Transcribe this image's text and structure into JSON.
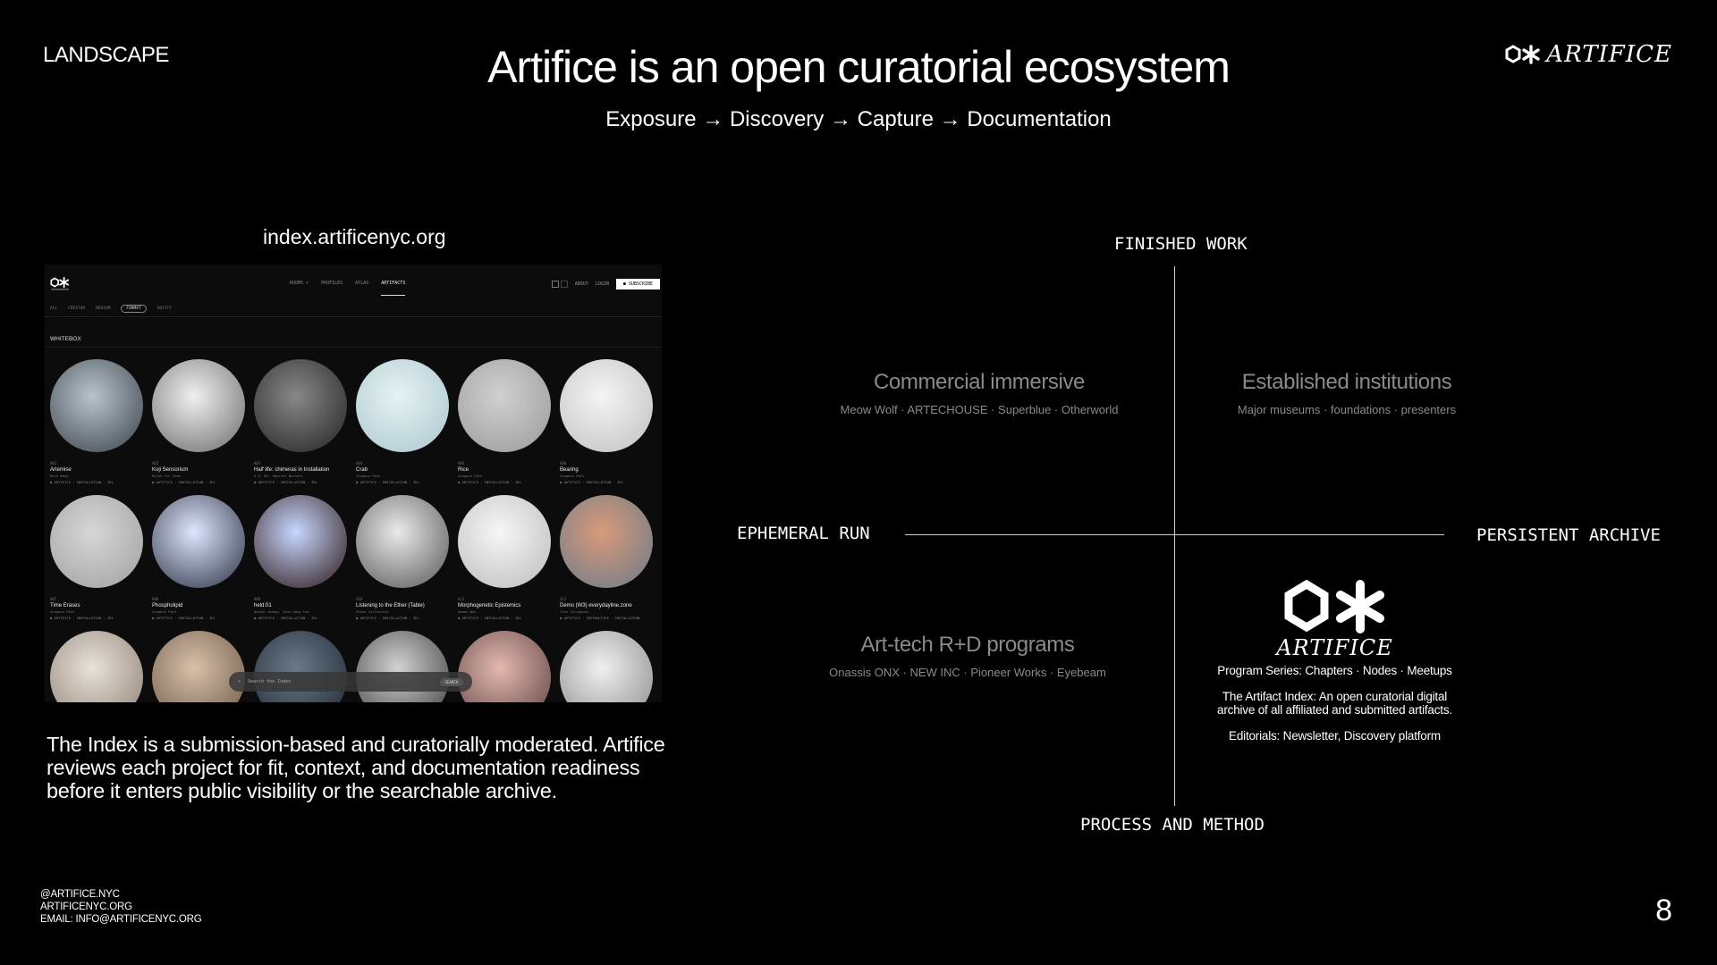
{
  "header": {
    "section": "LANDSCAPE",
    "title": "Artifice is an open curatorial ecosystem",
    "subtitle": "Exposure → Discovery → Capture → Documentation",
    "brand": "ARTIFICE"
  },
  "left": {
    "url": "index.artificenyc.org",
    "screenshot": {
      "nav_links": [
        "ROOMS ▾",
        "PROFILES",
        "ATLAS",
        "ARTIFACTS"
      ],
      "nav_right": [
        "ABOUT",
        "LOGIN",
        "● SUBSCRIBE"
      ],
      "filters": [
        "ALL",
        "CREATOR",
        "MEDIUM",
        "FORMAT",
        "ENTITY"
      ],
      "group": "WHITEBOX",
      "cards": [
        {
          "num": "A01",
          "title": "Artemise",
          "by": "Mira Wang",
          "tags": "◉ ARTIFICE · INSTALLATION · IRL",
          "c1": "#b8c4cc",
          "c2": "#3a4148"
        },
        {
          "num": "A02",
          "title": "Koji Sensorium",
          "by": "Helen Yin Zhao",
          "tags": "◉ ARTIFICE · INSTALLATION · IRL",
          "c1": "#f0f0f0",
          "c2": "#6a6a6a"
        },
        {
          "num": "A03",
          "title": "Half life: chimeras in Installation",
          "by": "A.G. Wu, Gabriel Burnett",
          "tags": "◉ ARTIFICE · INSTALLATION · IRL",
          "c1": "#888",
          "c2": "#222"
        },
        {
          "num": "A04",
          "title": "Crab",
          "by": "Jungeun Park",
          "tags": "◉ ARTIFICE · INSTALLATION · IRL",
          "c1": "#e6f2f4",
          "c2": "#aac6cc"
        },
        {
          "num": "A05",
          "title": "Rice",
          "by": "Jungeun Park",
          "tags": "◉ ARTIFICE · INSTALLATION · IRL",
          "c1": "#d0d0d0",
          "c2": "#9a9a9a"
        },
        {
          "num": "A06",
          "title": "Bearing",
          "by": "Jungeun Park",
          "tags": "◉ ARTIFICE · INSTALLATION · IRL",
          "c1": "#f4f4f4",
          "c2": "#c0c0c0"
        },
        {
          "num": "A07",
          "title": "Time Erases",
          "by": "Jungeun Park",
          "tags": "◉ ARTIFICE · INSTALLATION · IRL",
          "c1": "#d6d6d6",
          "c2": "#a0a0a0"
        },
        {
          "num": "A08",
          "title": "Phospholipid",
          "by": "Jungeun Park",
          "tags": "◉ ARTIFICE · INSTALLATION · IRL",
          "c1": "#dfe6ff",
          "c2": "#2a3040"
        },
        {
          "num": "A09",
          "title": "held:01",
          "by": "Daniel Kwang, Jane Hang Lee",
          "tags": "◉ ARTIFICE · INSTALLATION · IRL",
          "c1": "#c8d8ff",
          "c2": "#2a1414"
        },
        {
          "num": "A10",
          "title": "Listening to the Ether (Table)",
          "by": "Panta Collective",
          "tags": "◉ ARTIFICE · INSTALLATION · IRL",
          "c1": "#eaeaea",
          "c2": "#555"
        },
        {
          "num": "A11",
          "title": "Morphogenetic Epistemics",
          "by": "Sammi Wei",
          "tags": "◉ ARTIFICE · INSTALLATION · IRL",
          "c1": "#f6f6f6",
          "c2": "#bbb"
        },
        {
          "num": "A12",
          "title": "Demo (W3) everydayline.zone",
          "by": "Yves Tarighian",
          "tags": "◉ ARTIFICE · INTERACTIVE · INSTALLATION",
          "c1": "#d89a7a",
          "c2": "#6a7a8a"
        },
        {
          "num": "",
          "title": "",
          "by": "",
          "tags": "",
          "c1": "#e8e2da",
          "c2": "#8c7f73"
        },
        {
          "num": "",
          "title": "",
          "by": "",
          "tags": "",
          "c1": "#d8c0a8",
          "c2": "#6a5646"
        },
        {
          "num": "",
          "title": "",
          "by": "",
          "tags": "",
          "c1": "#6a7a8a",
          "c2": "#1e2630"
        },
        {
          "num": "",
          "title": "",
          "by": "",
          "tags": "",
          "c1": "#d2d2d2",
          "c2": "#3a3a3a"
        },
        {
          "num": "",
          "title": "",
          "by": "",
          "tags": "",
          "c1": "#e4b8b0",
          "c2": "#5a4040"
        },
        {
          "num": "",
          "title": "",
          "by": "",
          "tags": "",
          "c1": "#f0f0f0",
          "c2": "#8a8a8a"
        }
      ],
      "search_placeholder": "Search the Index",
      "search_button": "SEARCH"
    },
    "body": "The Index is a submission-based and curatorially moderated. Artifice reviews each project for fit, context, and documentation readiness before it enters public visibility or the searchable archive."
  },
  "quadrant": {
    "top": "FINISHED WORK",
    "bottom": "PROCESS AND METHOD",
    "left": "EPHEMERAL RUN",
    "right": "PERSISTENT ARCHIVE",
    "q_tl": {
      "title": "Commercial immersive",
      "sub": "Meow Wolf · ARTECHOUSE · Superblue · Otherworld"
    },
    "q_tr": {
      "title": "Established institutions",
      "sub": "Major museums · foundations · presenters"
    },
    "q_bl": {
      "title": "Art-tech R+D programs",
      "sub": "Onassis ONX · NEW INC · Pioneer Works · Eyebeam"
    },
    "q_br": {
      "logo_word": "ARTIFICE",
      "line1": "Program Series: Chapters · Nodes · Meetups",
      "line2": "The Artifact Index: An open curatorial digital archive of all affiliated and submitted artifacts.",
      "line3": "Editorials: Newsletter, Discovery platform"
    }
  },
  "footer": {
    "handle": "@ARTIFICE.NYC",
    "site": "ARTIFICENYC.ORG",
    "email": "EMAIL: INFO@ARTIFICENYC.ORG"
  },
  "page_number": "8"
}
